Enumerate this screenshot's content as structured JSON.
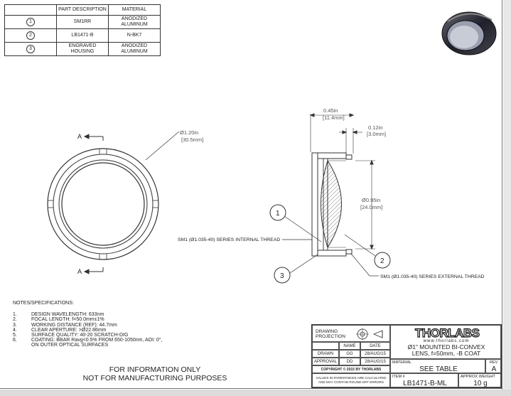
{
  "parts_table": {
    "headers": [
      "",
      "PART DESCRIPTION",
      "MATERIAL"
    ],
    "rows": [
      {
        "item": "1",
        "description": "SM1RR",
        "material": "ANODIZED ALUMINUM"
      },
      {
        "item": "2",
        "description": "LB1471-B",
        "material": "N-BK7"
      },
      {
        "item": "3",
        "description": "ENGRAVED HOUSING",
        "material": "ANODIZED ALUMINUM"
      }
    ]
  },
  "drawing": {
    "section_marker": "A",
    "outer_diameter": "Ø1.20in",
    "outer_diameter_mm": "[30.5mm]",
    "overall_length": "0.45in",
    "overall_length_mm": "[11.4mm]",
    "thread_length": "0.12in",
    "thread_length_mm": "[3.0mm]",
    "clear_diameter": "Ø0.95in",
    "clear_diameter_mm": "[24.0mm]",
    "internal_thread": "SM1 (Ø1.035-40) SERIES INTERNAL THREAD",
    "external_thread": "SM1 (Ø1.035-40) SERIES EXTERNAL THREAD",
    "balloons": [
      "1",
      "2",
      "3"
    ]
  },
  "notes": {
    "header": "NOTES/SPECIFICATIONS:",
    "items": [
      {
        "n": "1.",
        "text": "DESIGN WAVELENGTH: 633nm"
      },
      {
        "n": "2.",
        "text": "FOCAL LENGTH: f=50.0mm±1%"
      },
      {
        "n": "3.",
        "text": "WORKING DISTANCE (REF): 44.7mm"
      },
      {
        "n": "4.",
        "text": "CLEAR APERTURE: >Ø22.86mm"
      },
      {
        "n": "5.",
        "text": "SURFACE QUALITY: 40-20 SCRATCH-DIG"
      },
      {
        "n": "6.",
        "text": "COATING: BBAR Ravg<0.5% FROM 650-1050nm, AOI: 0°,"
      },
      {
        "n": "",
        "text": "ON OUTER OPTICAL SURFACES"
      }
    ]
  },
  "footer": {
    "line1": "FOR INFORMATION ONLY",
    "line2": "NOT FOR MANUFACTURING PURPOSES"
  },
  "title_block": {
    "projection_label_1": "DRAWING",
    "projection_label_2": "PROJECTION",
    "name_header": "NAME",
    "date_header": "DATE",
    "drawn_label": "DRAWN",
    "drawn_name": "GG",
    "drawn_date": "28/AUG/15",
    "approval_label": "APPROVAL",
    "approval_name": "DD",
    "approval_date": "28/AUG/15",
    "copyright": "COPYRIGHT © 2015 BY THORLABS",
    "tolerance_note_1": "VALUES IN PARENTHESIS ARE CALCULATED",
    "tolerance_note_2": "AND MAY CONTAIN ROUND-OFF ERRORS",
    "logo": "THORLABS",
    "website": "www.thorlabs.com",
    "title_1": "Ø1\" MOUNTED BI-CONVEX",
    "title_2": "LENS, f=50mm, -B COAT",
    "material_label": "MATERIAL",
    "material_value": "SEE TABLE",
    "rev_label": "REV",
    "rev_value": "A",
    "item_label": "ITEM #",
    "item_value": "LB1471-B-ML",
    "weight_label": "APPROX WEIGHT",
    "weight_value": "10 g"
  }
}
